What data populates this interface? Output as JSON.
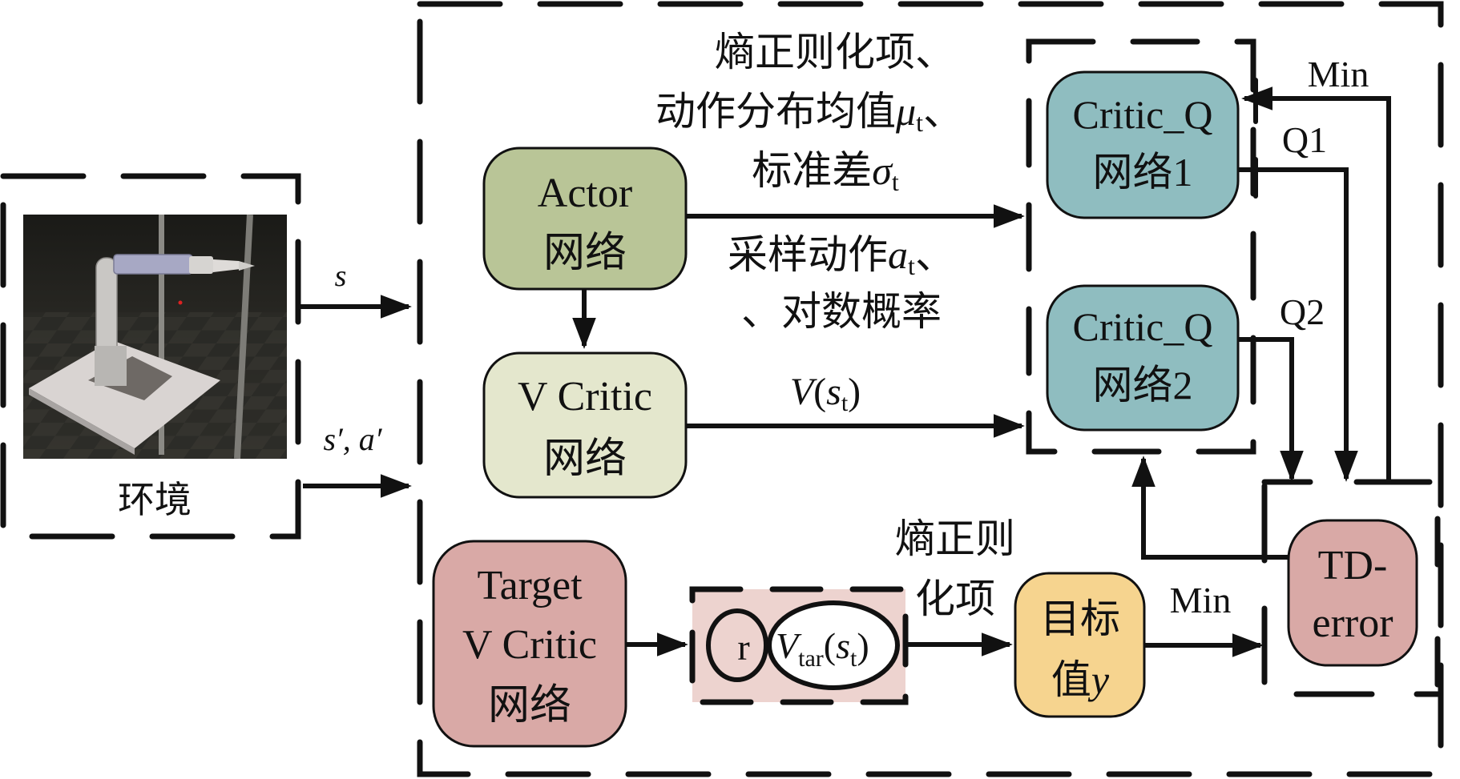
{
  "title": "SAC 强化学习框架示意图",
  "environment": {
    "label": "环境",
    "image_alt": "robot-arm-simulation-scene"
  },
  "inputs": {
    "state": "s",
    "next_state_action": "s′, a′"
  },
  "nodes": {
    "actor": {
      "line1": "Actor",
      "line2": "网络",
      "color": "#b9c597"
    },
    "v_critic": {
      "line1": "V Critic",
      "line2": "网络",
      "color": "#e4e7cd"
    },
    "critic_q1": {
      "line1": "Critic_Q",
      "line2": "网络1",
      "color": "#8fbdc0"
    },
    "critic_q2": {
      "line1": "Critic_Q",
      "line2": "网络2",
      "color": "#8fbdc0"
    },
    "target_v_critic": {
      "line1": "Target",
      "line2": "V Critic",
      "line3": "网络",
      "color": "#d9a9a6"
    },
    "target_value": {
      "line1": "目标",
      "line2": "值",
      "var": "y",
      "color": "#f6d48f"
    },
    "td_error": {
      "line1": "TD-",
      "line2": "error",
      "color": "#d9a9a6"
    },
    "reward_vtar": {
      "r": "r",
      "v": "V",
      "sub": "tar",
      "arg": "s",
      "argsub": "t",
      "color": "#edd3cf"
    }
  },
  "edge_labels": {
    "actor_to_q_top": [
      "熵正则化项、",
      "动作分布均值",
      "标准差"
    ],
    "mu": "μ",
    "mu_sub": "t",
    "mu_suffix": "、",
    "sigma": "σ",
    "sigma_sub": "t",
    "actor_to_q_bottom": [
      "采样动作",
      "、对数概率"
    ],
    "a": "a",
    "a_sub": "t",
    "a_suffix": "、",
    "v_to_q": {
      "v": "V",
      "arg": "s",
      "sub": "t"
    },
    "entropy_term": [
      "熵正则",
      "化项"
    ],
    "min_top": "Min",
    "min_bottom": "Min",
    "q1": "Q1",
    "q2": "Q2"
  }
}
